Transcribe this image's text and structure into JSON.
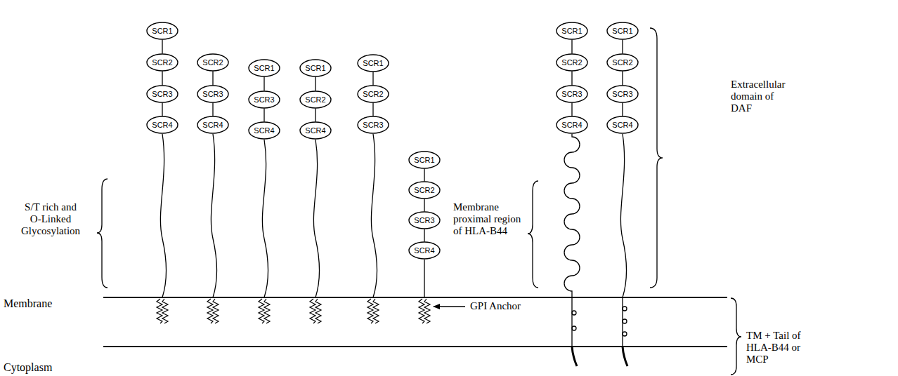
{
  "diagram": {
    "nodes": [
      {
        "text": [
          "SCR1"
        ]
      },
      {
        "text": [
          "SCR2"
        ]
      },
      {
        "text": [
          "SCR3"
        ]
      },
      {
        "text": [
          "SCR4"
        ]
      },
      {
        "text": [
          "SCR2"
        ]
      },
      {
        "text": [
          "SCR3"
        ]
      },
      {
        "text": [
          "SCR4"
        ]
      },
      {
        "text": [
          "SCR1"
        ]
      },
      {
        "text": [
          "SCR3"
        ]
      },
      {
        "text": [
          "SCR4"
        ]
      },
      {
        "text": [
          "SCR1"
        ]
      },
      {
        "text": [
          "SCR2"
        ]
      },
      {
        "text": [
          "SCR4"
        ]
      },
      {
        "text": [
          "SCR1"
        ]
      },
      {
        "text": [
          "SCR2"
        ]
      },
      {
        "text": [
          "SCR3"
        ]
      },
      {
        "text": [
          "SCR1"
        ]
      },
      {
        "text": [
          "SCR2"
        ]
      },
      {
        "text": [
          "SCR3"
        ]
      },
      {
        "text": [
          "SCR4"
        ]
      },
      {
        "text": [
          "SCR1"
        ]
      },
      {
        "text": [
          "SCR2"
        ]
      },
      {
        "text": [
          "SCR3"
        ]
      },
      {
        "text": [
          "SCR4"
        ]
      },
      {
        "text": [
          "SCR1"
        ]
      },
      {
        "text": [
          "SCR2"
        ]
      },
      {
        "text": [
          "SCR3"
        ]
      },
      {
        "text": [
          "SCR4"
        ]
      }
    ],
    "edges": [
      {
        "from": 0,
        "to": 1,
        "arrow": "none"
      },
      {
        "from": 1,
        "to": 2,
        "arrow": "none"
      },
      {
        "from": 2,
        "to": 3,
        "arrow": "none"
      },
      {
        "from": 4,
        "to": 5,
        "arrow": "none"
      },
      {
        "from": 5,
        "to": 6,
        "arrow": "none"
      },
      {
        "from": 7,
        "to": 8,
        "arrow": "none"
      },
      {
        "from": 8,
        "to": 9,
        "arrow": "none"
      },
      {
        "from": 10,
        "to": 11,
        "arrow": "none"
      },
      {
        "from": 11,
        "to": 12,
        "arrow": "none"
      },
      {
        "from": 13,
        "to": 14,
        "arrow": "none"
      },
      {
        "from": 14,
        "to": 15,
        "arrow": "none"
      },
      {
        "from": 16,
        "to": 17,
        "arrow": "none"
      },
      {
        "from": 17,
        "to": 18,
        "arrow": "none"
      },
      {
        "from": 18,
        "to": 19,
        "arrow": "none"
      },
      {
        "from": 20,
        "to": 21,
        "arrow": "none"
      },
      {
        "from": 21,
        "to": 22,
        "arrow": "none"
      },
      {
        "from": 22,
        "to": 23,
        "arrow": "none"
      },
      {
        "from": 24,
        "to": 25,
        "arrow": "none"
      },
      {
        "from": 25,
        "to": 26,
        "arrow": "none"
      },
      {
        "from": 26,
        "to": 27,
        "arrow": "none"
      }
    ],
    "labels": [
      "S/T rich and O-Linked Glycosylation",
      "Membrane proximal region of HLA-B44",
      "Extracellular domain of DAF",
      "Membrane",
      "GPI Anchor",
      "TM + Tail of HLA-B44 or MCP",
      "Cytoplasm"
    ]
  }
}
